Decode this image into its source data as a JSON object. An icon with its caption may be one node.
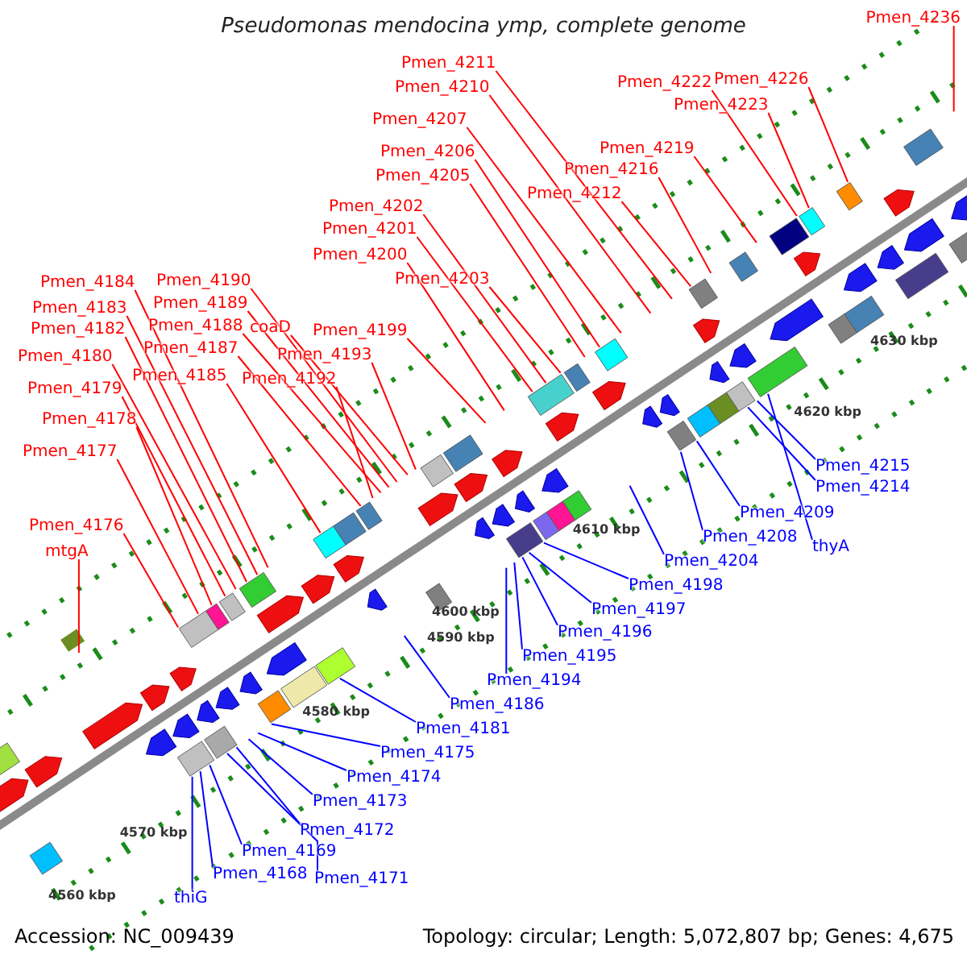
{
  "diagram": {
    "title": "Pseudomonas mendocina ymp, complete genome",
    "nodes": [
      {
        "text": [
          "Pmen_4236"
        ]
      },
      {
        "text": [
          "Pmen_4211"
        ]
      },
      {
        "text": [
          "Pmen_4226"
        ]
      },
      {
        "text": [
          "Pmen_4222"
        ]
      },
      {
        "text": [
          "Pmen_4210"
        ]
      },
      {
        "text": [
          "Pmen_4223"
        ]
      },
      {
        "text": [
          "Pmen_4207"
        ]
      },
      {
        "text": [
          "Pmen_4219"
        ]
      },
      {
        "text": [
          "Pmen_4206"
        ]
      },
      {
        "text": [
          "Pmen_4216"
        ]
      },
      {
        "text": [
          "Pmen_4205"
        ]
      },
      {
        "text": [
          "Pmen_4212"
        ]
      },
      {
        "text": [
          "Pmen_4202"
        ]
      },
      {
        "text": [
          "Pmen_4201"
        ]
      },
      {
        "text": [
          "Pmen_4200"
        ]
      },
      {
        "text": [
          "Pmen_4203"
        ]
      },
      {
        "text": [
          "Pmen_4190"
        ]
      },
      {
        "text": [
          "Pmen_4184"
        ]
      },
      {
        "text": [
          "Pmen_4189"
        ]
      },
      {
        "text": [
          "Pmen_4183"
        ]
      },
      {
        "text": [
          "Pmen_4188"
        ]
      },
      {
        "text": [
          "Pmen_4182"
        ]
      },
      {
        "text": [
          "coaD"
        ]
      },
      {
        "text": [
          "Pmen_4199"
        ]
      },
      {
        "text": [
          "Pmen_4187"
        ]
      },
      {
        "text": [
          "Pmen_4180"
        ]
      },
      {
        "text": [
          "Pmen_4193"
        ]
      },
      {
        "text": [
          "Pmen_4185"
        ]
      },
      {
        "text": [
          "Pmen_4192"
        ]
      },
      {
        "text": [
          "Pmen_4179"
        ]
      },
      {
        "text": [
          "Pmen_4178"
        ]
      },
      {
        "text": [
          "Pmen_4177"
        ]
      },
      {
        "text": [
          "Pmen_4176"
        ]
      },
      {
        "text": [
          "mtgA"
        ]
      },
      {
        "text": [
          "Pmen_4215"
        ]
      },
      {
        "text": [
          "Pmen_4214"
        ]
      },
      {
        "text": [
          "Pmen_4209"
        ]
      },
      {
        "text": [
          "Pmen_4208"
        ]
      },
      {
        "text": [
          "thyA"
        ]
      },
      {
        "text": [
          "Pmen_4204"
        ]
      },
      {
        "text": [
          "Pmen_4198"
        ]
      },
      {
        "text": [
          "Pmen_4197"
        ]
      },
      {
        "text": [
          "Pmen_4196"
        ]
      },
      {
        "text": [
          "Pmen_4195"
        ]
      },
      {
        "text": [
          "Pmen_4194"
        ]
      },
      {
        "text": [
          "Pmen_4186"
        ]
      },
      {
        "text": [
          "Pmen_4181"
        ]
      },
      {
        "text": [
          "Pmen_4175"
        ]
      },
      {
        "text": [
          "Pmen_4174"
        ]
      },
      {
        "text": [
          "Pmen_4173"
        ]
      },
      {
        "text": [
          "Pmen_4172"
        ]
      },
      {
        "text": [
          "Pmen_4169"
        ]
      },
      {
        "text": [
          "Pmen_4171"
        ]
      },
      {
        "text": [
          "Pmen_4168"
        ]
      },
      {
        "text": [
          "thiG"
        ]
      }
    ],
    "edges": [
      {
        "from": 0,
        "to": null,
        "arrow": "none"
      },
      {
        "from": 1,
        "to": null,
        "arrow": "none"
      },
      {
        "from": 2,
        "to": null,
        "arrow": "none"
      },
      {
        "from": 3,
        "to": null,
        "arrow": "none"
      },
      {
        "from": 4,
        "to": null,
        "arrow": "none"
      },
      {
        "from": 5,
        "to": null,
        "arrow": "none"
      },
      {
        "from": 6,
        "to": null,
        "arrow": "none"
      },
      {
        "from": 7,
        "to": null,
        "arrow": "none"
      },
      {
        "from": 8,
        "to": null,
        "arrow": "none"
      },
      {
        "from": 9,
        "to": null,
        "arrow": "none"
      },
      {
        "from": 10,
        "to": null,
        "arrow": "none"
      },
      {
        "from": 11,
        "to": null,
        "arrow": "none"
      },
      {
        "from": 12,
        "to": null,
        "arrow": "none"
      },
      {
        "from": 13,
        "to": null,
        "arrow": "none"
      },
      {
        "from": 14,
        "to": null,
        "arrow": "none"
      },
      {
        "from": 15,
        "to": null,
        "arrow": "none"
      },
      {
        "from": 16,
        "to": null,
        "arrow": "none"
      },
      {
        "from": 17,
        "to": null,
        "arrow": "none"
      },
      {
        "from": 18,
        "to": null,
        "arrow": "none"
      },
      {
        "from": 19,
        "to": null,
        "arrow": "none"
      },
      {
        "from": 20,
        "to": null,
        "arrow": "none"
      },
      {
        "from": 21,
        "to": null,
        "arrow": "none"
      },
      {
        "from": 22,
        "to": null,
        "arrow": "none"
      },
      {
        "from": 23,
        "to": null,
        "arrow": "none"
      },
      {
        "from": 24,
        "to": null,
        "arrow": "none"
      },
      {
        "from": 25,
        "to": null,
        "arrow": "none"
      },
      {
        "from": 26,
        "to": null,
        "arrow": "none"
      },
      {
        "from": 27,
        "to": null,
        "arrow": "none"
      },
      {
        "from": 28,
        "to": null,
        "arrow": "none"
      },
      {
        "from": 29,
        "to": null,
        "arrow": "none"
      },
      {
        "from": 30,
        "to": null,
        "arrow": "none"
      },
      {
        "from": 31,
        "to": null,
        "arrow": "none"
      },
      {
        "from": 32,
        "to": null,
        "arrow": "none"
      },
      {
        "from": 33,
        "to": null,
        "arrow": "none"
      },
      {
        "from": 34,
        "to": null,
        "arrow": "none",
        "color": "#0000ff"
      },
      {
        "from": 35,
        "to": null,
        "arrow": "none",
        "color": "#0000ff"
      },
      {
        "from": 36,
        "to": null,
        "arrow": "none",
        "color": "#0000ff"
      },
      {
        "from": 37,
        "to": null,
        "arrow": "none",
        "color": "#0000ff"
      },
      {
        "from": 38,
        "to": null,
        "arrow": "none",
        "color": "#0000ff"
      },
      {
        "from": 39,
        "to": null,
        "arrow": "none",
        "color": "#0000ff"
      },
      {
        "from": 40,
        "to": null,
        "arrow": "none",
        "color": "#0000ff"
      },
      {
        "from": 41,
        "to": null,
        "arrow": "none",
        "color": "#0000ff"
      },
      {
        "from": 42,
        "to": null,
        "arrow": "none",
        "color": "#0000ff"
      },
      {
        "from": 43,
        "to": null,
        "arrow": "none",
        "color": "#0000ff"
      },
      {
        "from": 44,
        "to": null,
        "arrow": "none",
        "color": "#0000ff"
      },
      {
        "from": 45,
        "to": null,
        "arrow": "none",
        "color": "#0000ff"
      },
      {
        "from": 46,
        "to": null,
        "arrow": "none",
        "color": "#0000ff"
      },
      {
        "from": 47,
        "to": null,
        "arrow": "none",
        "color": "#0000ff"
      },
      {
        "from": 48,
        "to": null,
        "arrow": "none",
        "color": "#0000ff"
      },
      {
        "from": 49,
        "to": null,
        "arrow": "none",
        "color": "#0000ff"
      },
      {
        "from": 50,
        "to": null,
        "arrow": "none",
        "color": "#0000ff"
      },
      {
        "from": 51,
        "to": null,
        "arrow": "none",
        "color": "#0000ff"
      },
      {
        "from": 52,
        "to": null,
        "arrow": "none",
        "color": "#0000ff"
      },
      {
        "from": 53,
        "to": null,
        "arrow": "none",
        "color": "#0000ff"
      },
      {
        "from": 54,
        "to": null,
        "arrow": "none",
        "color": "#0000ff"
      }
    ],
    "labels": [
      "4630 kbp",
      "4620 kbp",
      "4610 kbp",
      "4600 kbp",
      "4590 kbp",
      "4580 kbp",
      "4570 kbp",
      "4560 kbp",
      "Accession: NC_009439",
      "Topology: circular; Length: 5,072,807 bp; Genes: 4,675"
    ]
  }
}
